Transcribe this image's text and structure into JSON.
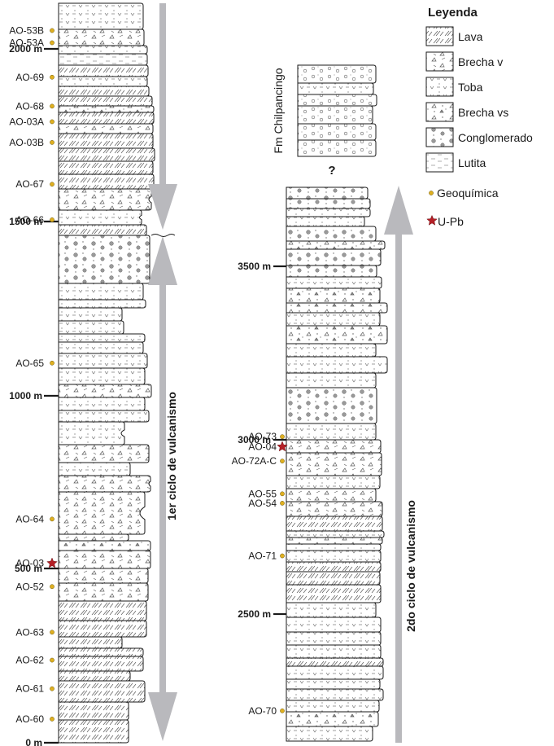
{
  "colors": {
    "outline": "#1a1a1a",
    "arrow": "#b9b9bd",
    "sample_dot": "#e0b020",
    "star": "#b51f26",
    "pattern": "#5a5a5a",
    "pebble": "#8f8f8f"
  },
  "legend": {
    "title": "Leyenda",
    "items": [
      {
        "id": "lava",
        "label": "Lava"
      },
      {
        "id": "brecha_v",
        "label": "Brecha v"
      },
      {
        "id": "toba",
        "label": "Toba"
      },
      {
        "id": "brecha_vs",
        "label": "Brecha vs"
      },
      {
        "id": "conglomerado",
        "label": "Conglomerado"
      },
      {
        "id": "lutita",
        "label": "Lutita"
      }
    ],
    "geoquimica": "Geoquímica",
    "upb": "U-Pb"
  },
  "column1": {
    "cycle_label": "1er ciclo de vulcanismo",
    "depth_labels": [
      {
        "label": "0 m",
        "m": 0
      },
      {
        "label": "500 m",
        "m": 500
      },
      {
        "label": "1000 m",
        "m": 1000
      },
      {
        "label": "1500 m",
        "m": 1500
      },
      {
        "label": "2000 m",
        "m": 2000
      }
    ],
    "samples": [
      {
        "label": "AO-60",
        "m": 68,
        "marker": "dot"
      },
      {
        "label": "AO-61",
        "m": 155,
        "marker": "dot"
      },
      {
        "label": "AO-62",
        "m": 237,
        "marker": "dot"
      },
      {
        "label": "AO-63",
        "m": 317,
        "marker": "dot"
      },
      {
        "label": "AO-52",
        "m": 448,
        "marker": "dot"
      },
      {
        "label": "AO-03",
        "m": 515,
        "marker": "star"
      },
      {
        "label": "AO-64",
        "m": 643,
        "marker": "dot"
      },
      {
        "label": "AO-65",
        "m": 1094,
        "marker": "dot"
      },
      {
        "label": "AO-66",
        "m": 1505,
        "marker": "dot"
      },
      {
        "label": "AO-67",
        "m": 1608,
        "marker": "dot"
      },
      {
        "label": "AO-03B",
        "m": 1729,
        "marker": "dot"
      },
      {
        "label": "AO-03A",
        "m": 1789,
        "marker": "dot"
      },
      {
        "label": "AO-68",
        "m": 1834,
        "marker": "dot"
      },
      {
        "label": "AO-69",
        "m": 1918,
        "marker": "dot"
      },
      {
        "label": "AO-53A",
        "m": 2075,
        "marker": "dot"
      },
      {
        "label": "AO-53B",
        "m": 2225,
        "marker": "dot"
      }
    ]
  },
  "column2": {
    "formation_label": "Fm Chilpancingo",
    "unconformity_mark": "?",
    "cycle_label": "2do ciclo de vulcanismo",
    "depth_labels": [
      {
        "label": "2500 m",
        "m": 2500
      },
      {
        "label": "3000 m",
        "m": 3000
      },
      {
        "label": "3500 m",
        "m": 3500
      }
    ],
    "samples": [
      {
        "label": "AO-70",
        "m": 2124,
        "marker": "dot"
      },
      {
        "label": "AO-71",
        "m": 2667,
        "marker": "dot"
      },
      {
        "label": "AO-54",
        "m": 2818,
        "marker": "dot"
      },
      {
        "label": "AO-55",
        "m": 2845,
        "marker": "dot"
      },
      {
        "label": "AO-72A-C",
        "m": 2939,
        "marker": "dot"
      },
      {
        "label": "AO-04",
        "m": 2980,
        "marker": "star"
      },
      {
        "label": "AO-73",
        "m": 3009,
        "marker": "dot"
      }
    ]
  }
}
